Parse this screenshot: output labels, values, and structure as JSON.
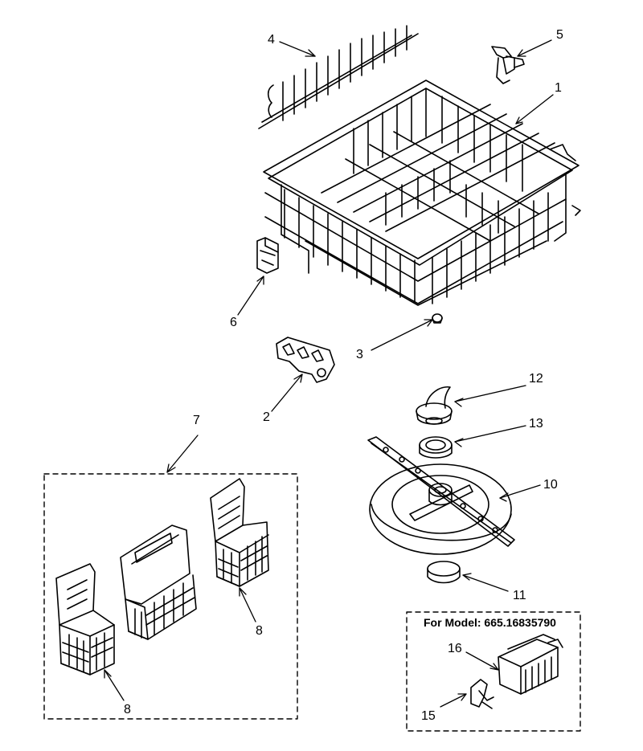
{
  "callouts": {
    "c1": "1",
    "c2": "2",
    "c3": "3",
    "c4": "4",
    "c5": "5",
    "c6": "6",
    "c7": "7",
    "c8a": "8",
    "c8b": "8",
    "c10": "10",
    "c11": "11",
    "c12": "12",
    "c13": "13",
    "c15": "15",
    "c16": "16"
  },
  "model_note": "For Model: 665.16835790",
  "colors": {
    "ink": "#000000",
    "paper": "#ffffff"
  }
}
